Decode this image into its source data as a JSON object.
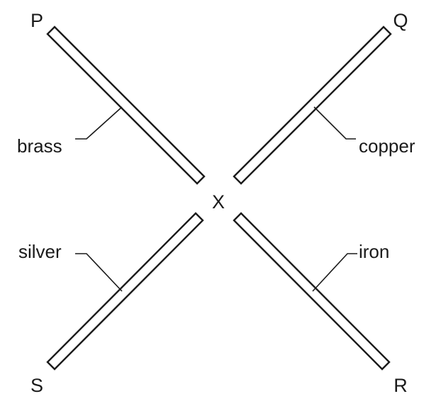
{
  "corners": {
    "top_left": "P",
    "top_right": "Q",
    "bottom_right": "R",
    "bottom_left": "S"
  },
  "centre": "X",
  "rods": [
    {
      "position": "top-left",
      "material": "brass"
    },
    {
      "position": "top-right",
      "material": "copper"
    },
    {
      "position": "bottom-left",
      "material": "silver"
    },
    {
      "position": "bottom-right",
      "material": "iron"
    }
  ]
}
